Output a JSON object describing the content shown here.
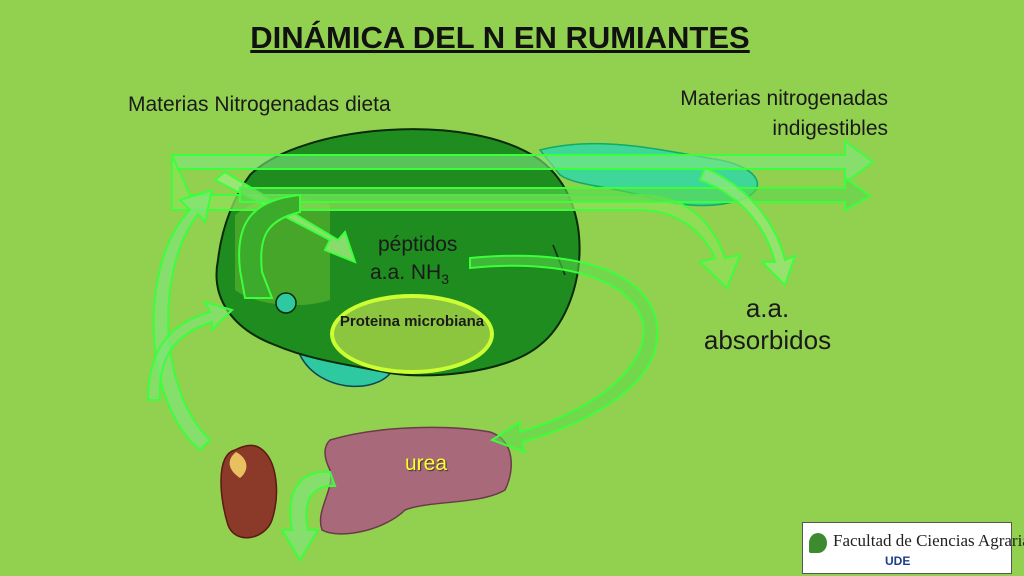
{
  "title": "DINÁMICA DEL N EN RUMIANTES",
  "labels": {
    "dieta": "Materias Nitrogenadas  dieta",
    "indigestibles": "Materias nitrogenadas indigestibles",
    "peptidos": "péptidos",
    "aa_prefix": "a.a.  NH",
    "nh3_sub": "3",
    "aa_absorbidos": "a.a. absorbidos",
    "proteina_microbiana": "Proteina microbiana",
    "urea": "urea"
  },
  "logo": {
    "name": "Facultad de Ciencias Agrarias",
    "sub": "UDE"
  },
  "colors": {
    "background": "#92d050",
    "rumen": "#1e8c1e",
    "intestine": "#3fd69a",
    "protein_ellipse": "#8cc63f",
    "urea": "#ffff33"
  }
}
